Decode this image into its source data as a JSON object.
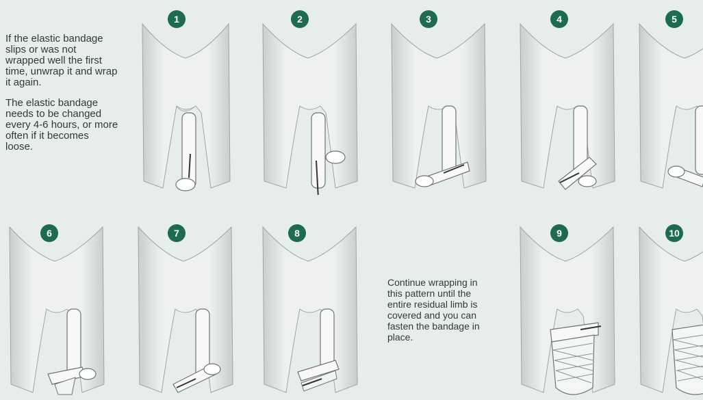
{
  "instructions": {
    "intro_paragraph": "If the elastic bandage slips or was not wrapped well the first time, unwrap it and wrap it again.",
    "change_paragraph": "The elastic bandage needs to be changed every 4-6 hours, or more often if it becomes loose.",
    "continue_paragraph": "Continue wrapping in this pattern until the entire residual limb is covered and you can fasten the bandage in place."
  },
  "steps": [
    {
      "number": "1"
    },
    {
      "number": "2"
    },
    {
      "number": "3"
    },
    {
      "number": "4"
    },
    {
      "number": "5"
    },
    {
      "number": "6"
    },
    {
      "number": "7"
    },
    {
      "number": "8"
    },
    {
      "number": "9"
    },
    {
      "number": "10"
    }
  ],
  "colors": {
    "badge": "#1d6b52",
    "background": "#e7edeb",
    "text": "#2f3a36"
  }
}
